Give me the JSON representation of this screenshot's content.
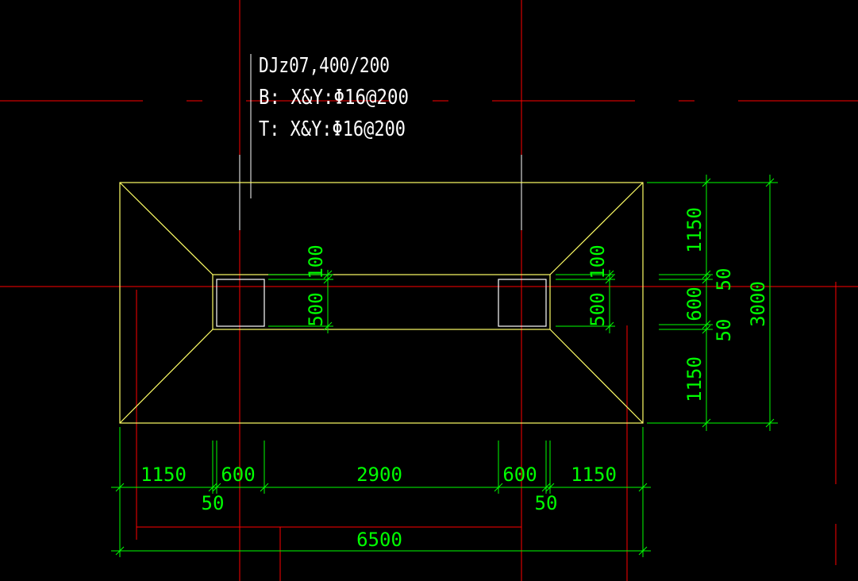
{
  "colors": {
    "background": "#000000",
    "axis": "#ff0000",
    "outline": "#ffff66",
    "dimension": "#00ff00",
    "leader": "#ffffff",
    "annotation": "#ffffff"
  },
  "annotation": {
    "line1": "DJz07,400/200",
    "line2": "B: X&Y:Φ16@200",
    "line3": "T: X&Y:Φ16@200"
  },
  "dimensions": {
    "bottom": {
      "d1": "1150",
      "d2": "600",
      "d3": "2900",
      "d4": "600",
      "d5": "1150",
      "gap_left": "50",
      "gap_right": "50",
      "total": "6500"
    },
    "right": {
      "top": "1150",
      "gap_top": "50",
      "mid": "600",
      "gap_bottom": "50",
      "bottom": "1150",
      "total": "3000"
    },
    "inner": {
      "left_top": "100",
      "left_col": "500",
      "right_top": "100",
      "right_col": "500"
    }
  }
}
